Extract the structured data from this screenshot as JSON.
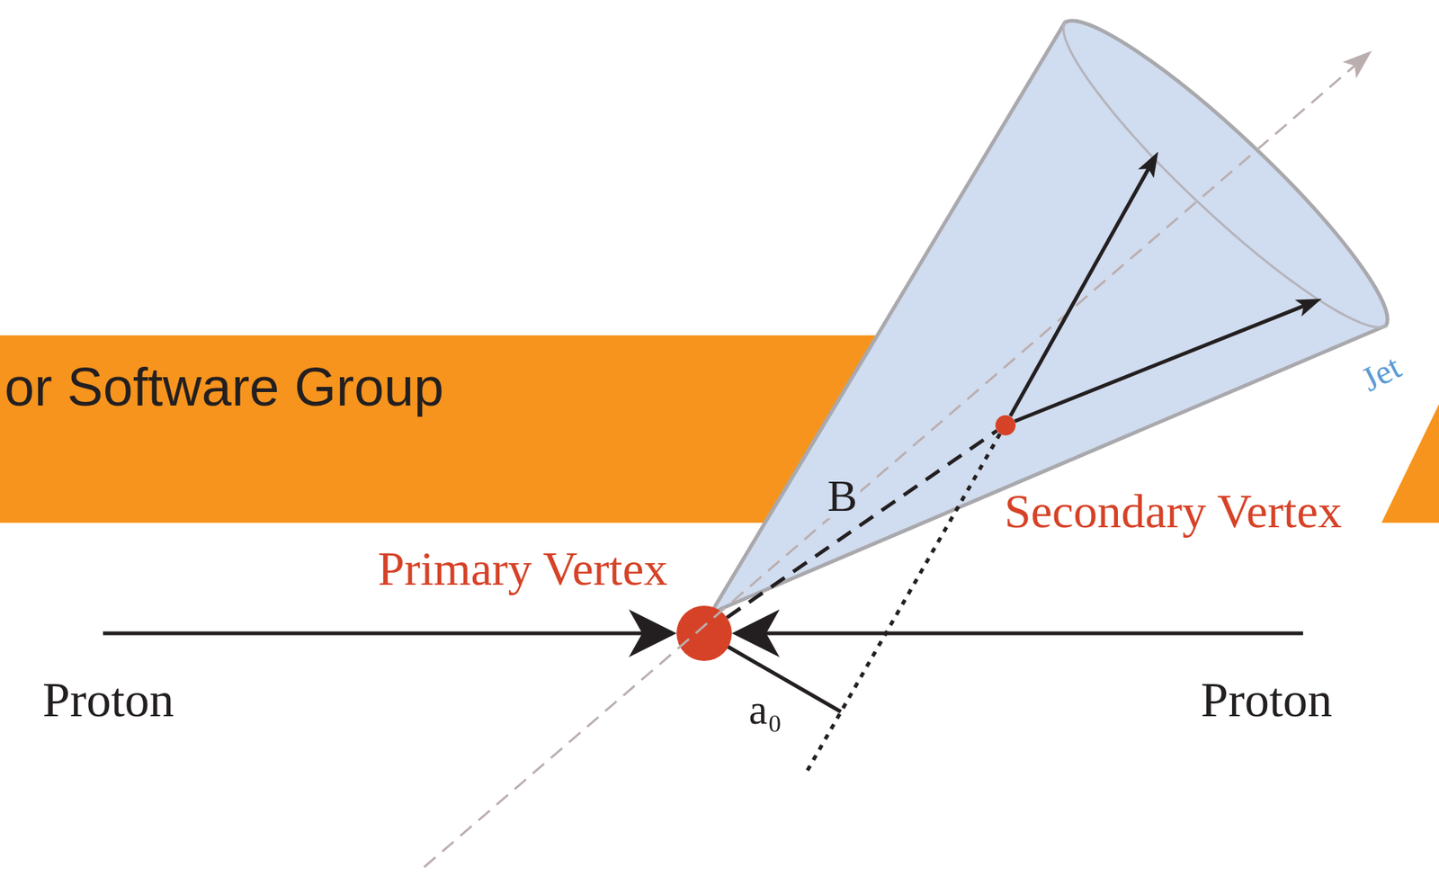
{
  "diagram": {
    "nodes": [
      {
        "text": [
          "or Software Group"
        ]
      },
      {
        "text": [
          "Jet"
        ]
      },
      {
        "text": [
          "Primary Vertex"
        ]
      },
      {
        "text": [
          "Secondary Vertex"
        ],
        "in": 1
      }
    ],
    "edges": [
      {
        "from": 2,
        "to": 3,
        "arrow": "none",
        "label": "B"
      }
    ],
    "labels": [
      "Proton",
      "a₀",
      "Proton"
    ]
  }
}
